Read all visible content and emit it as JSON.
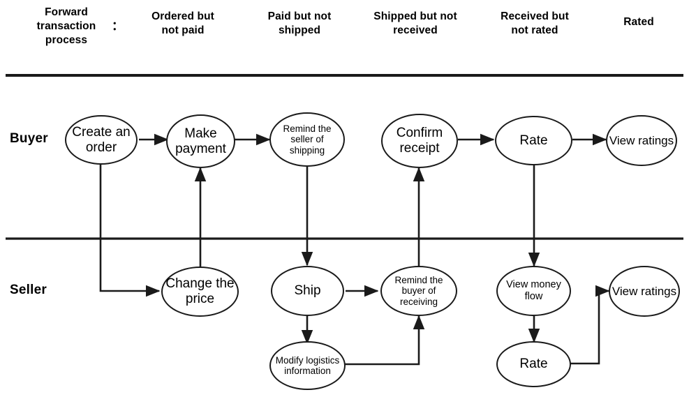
{
  "header": {
    "title_label": "Forward\ntransaction\nprocess",
    "colon": "：",
    "columns": [
      {
        "label": "Ordered but\nnot paid"
      },
      {
        "label": "Paid but not\nshipped"
      },
      {
        "label": "Shipped but not\nreceived"
      },
      {
        "label": "Received but\nnot rated"
      },
      {
        "label": "Rated"
      }
    ]
  },
  "rows": [
    {
      "label": "Buyer"
    },
    {
      "label": "Seller"
    }
  ],
  "nodes": {
    "create_order": "Create an order",
    "make_payment": "Make payment",
    "remind_seller": "Remind the seller of shipping",
    "confirm_receipt": "Confirm receipt",
    "buyer_rate": "Rate",
    "buyer_view_ratings": "View ratings",
    "change_price": "Change the price",
    "ship": "Ship",
    "remind_buyer": "Remind the buyer of receiving",
    "view_money_flow": "View money flow",
    "seller_view_ratings": "View ratings",
    "modify_logistics": "Modify logistics information",
    "seller_rate": "Rate"
  },
  "colors": {
    "stroke": "#1a1a1a",
    "background": "#ffffff",
    "text": "#000000"
  }
}
